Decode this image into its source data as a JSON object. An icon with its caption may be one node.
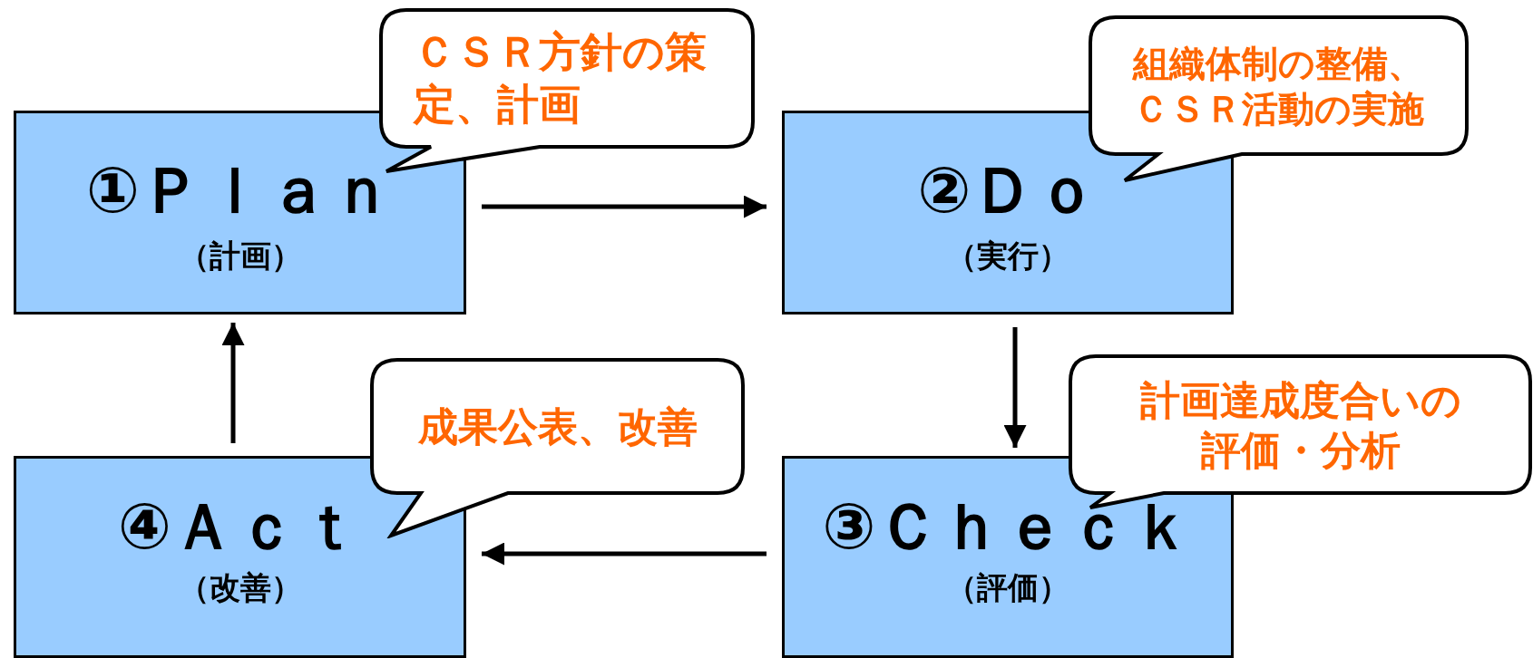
{
  "diagram": {
    "nodes": [
      {
        "text": [
          "①Ｐｌａｎ",
          "（計画）"
        ]
      },
      {
        "text": [
          "②Ｄｏ",
          "（実行）"
        ]
      },
      {
        "text": [
          "③Ｃｈｅｃｋ",
          "（評価）"
        ]
      },
      {
        "text": [
          "④Ａｃｔ",
          "（改善）"
        ]
      },
      {
        "text": [
          "ＣＳＲ方針の策定、計画"
        ]
      },
      {
        "text": [
          "組織体制の整備、ＣＳＲ活動の実施"
        ]
      },
      {
        "text": [
          "計画達成度合いの評価・分析"
        ]
      },
      {
        "text": [
          "成果公表、改善"
        ]
      }
    ],
    "edges": [
      {
        "from": 0,
        "to": 1,
        "arrow": "to"
      },
      {
        "from": 1,
        "to": 2,
        "arrow": "to"
      },
      {
        "from": 2,
        "to": 3,
        "arrow": "to"
      },
      {
        "from": 3,
        "to": 0,
        "arrow": "to"
      }
    ]
  }
}
